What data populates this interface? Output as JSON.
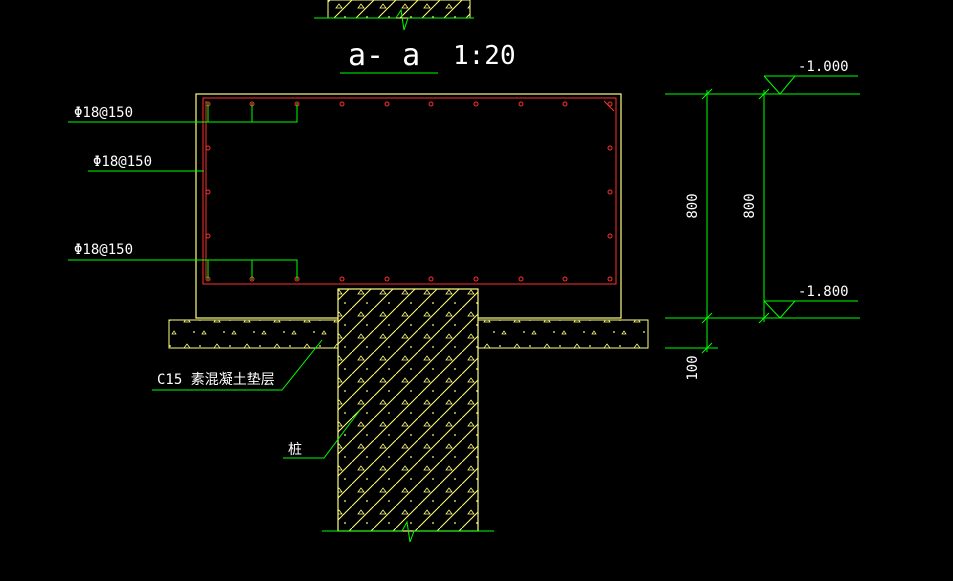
{
  "drawing": {
    "section_label": "a- a",
    "scale": "1:20",
    "rebar_top": "Φ18@150",
    "rebar_side": "Φ18@150",
    "rebar_bottom": "Φ18@150",
    "cushion_label": "C15  素混凝土垫层",
    "pile_label": "桩",
    "elev_top": "-1.000",
    "elev_bottom": "-1.800",
    "dim_height_1": "800",
    "dim_height_2": "800",
    "dim_cushion": "100"
  },
  "colors": {
    "background": "#000000",
    "concrete": "#ffff80",
    "rebar": "#ff3030",
    "annotation": "#00ff00",
    "text": "#ffffff"
  }
}
